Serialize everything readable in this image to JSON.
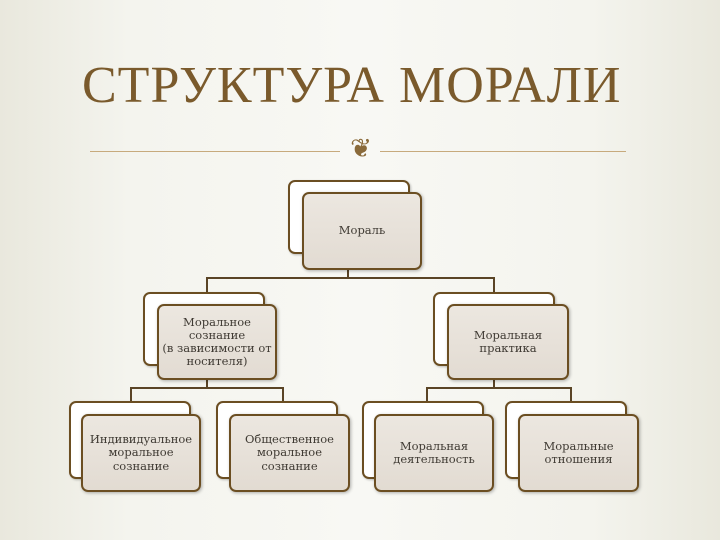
{
  "slide": {
    "title": "СТРУКТУРА МОРАЛИ",
    "ornament_icon": "scroll-ornament-icon"
  },
  "diagram": {
    "type": "hierarchy",
    "root": {
      "label": "Мораль"
    },
    "level2": [
      {
        "label": "Моральное\nсознание\n(в зависимости от\nносителя)"
      },
      {
        "label": "Моральная\nпрактика"
      }
    ],
    "level3": [
      {
        "label": "Индивидуальное\nморальное\nсознание",
        "parent": 0
      },
      {
        "label": "Общественное\nморальное\nсознание",
        "parent": 0
      },
      {
        "label": "Моральная\nдеятельность",
        "parent": 1
      },
      {
        "label": "Моральные\nотношения",
        "parent": 1
      }
    ]
  },
  "colors": {
    "title": "#7a5a2c",
    "box_border": "#6b4e22",
    "box_fill": "#e6e0d8",
    "connector": "#5a4426"
  }
}
